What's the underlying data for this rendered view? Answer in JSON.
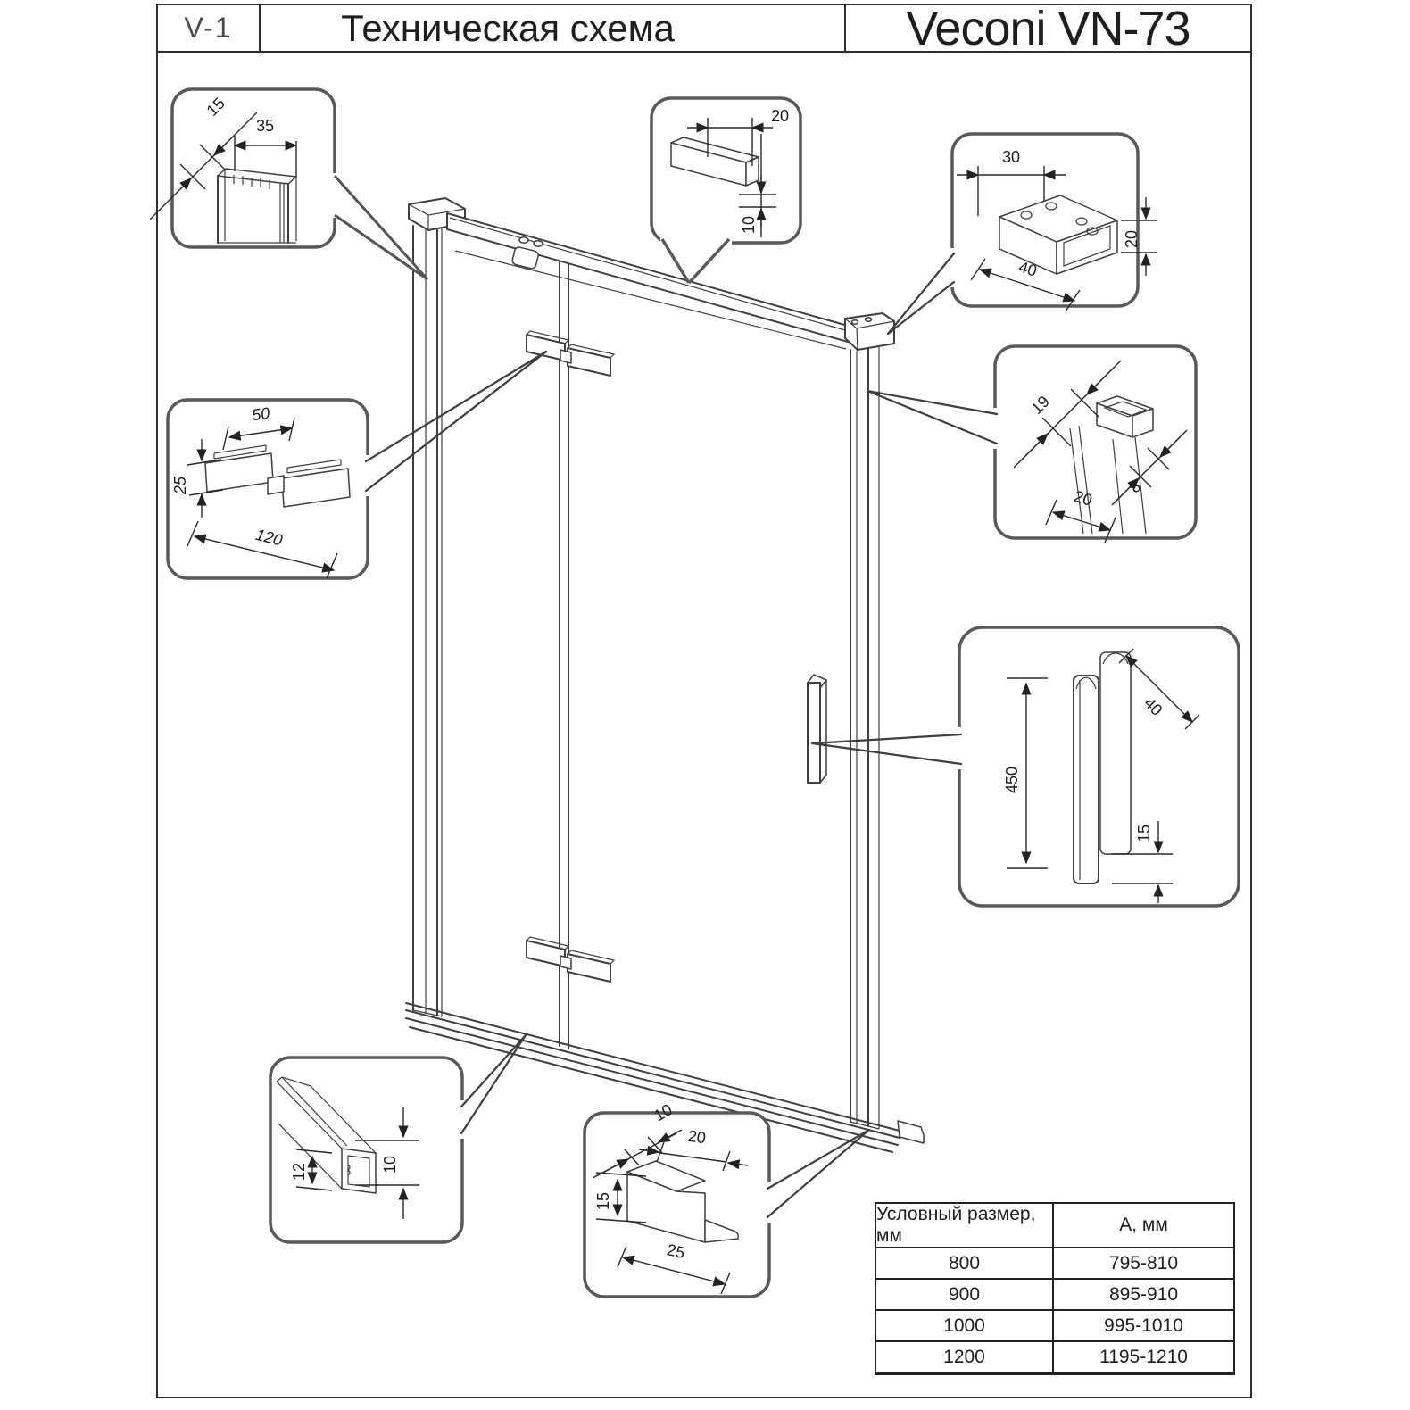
{
  "header": {
    "code": "V-1",
    "title": "Техническая схема",
    "product": "Veconi VN-73"
  },
  "callouts": {
    "wall_profile": {
      "d35": "35",
      "d15": "15"
    },
    "top_bar": {
      "d20": "20",
      "d10": "10"
    },
    "wall_bracket": {
      "d30": "30",
      "d20": "20",
      "d40": "40"
    },
    "seal_profile": {
      "d19": "19",
      "d20": "20",
      "d8": "8"
    },
    "hinge": {
      "d50": "50",
      "d25": "25",
      "d120": "120"
    },
    "handle": {
      "d450": "450",
      "d40": "40",
      "d15": "15"
    },
    "floor_profile": {
      "d12": "12",
      "d10": "10"
    },
    "corner_bracket": {
      "d10": "10",
      "d20": "20",
      "d15": "15",
      "d25": "25"
    }
  },
  "table": {
    "headers": [
      "Условный размер, мм",
      "А, мм"
    ],
    "rows": [
      {
        "size": "800",
        "a": "795-810"
      },
      {
        "size": "900",
        "a": "895-910"
      },
      {
        "size": "1000",
        "a": "995-1010"
      },
      {
        "size": "1200",
        "a": "1195-1210"
      }
    ]
  },
  "colors": {
    "line": "#3f3f3f",
    "callout_border": "#595959",
    "background": "#ffffff"
  }
}
